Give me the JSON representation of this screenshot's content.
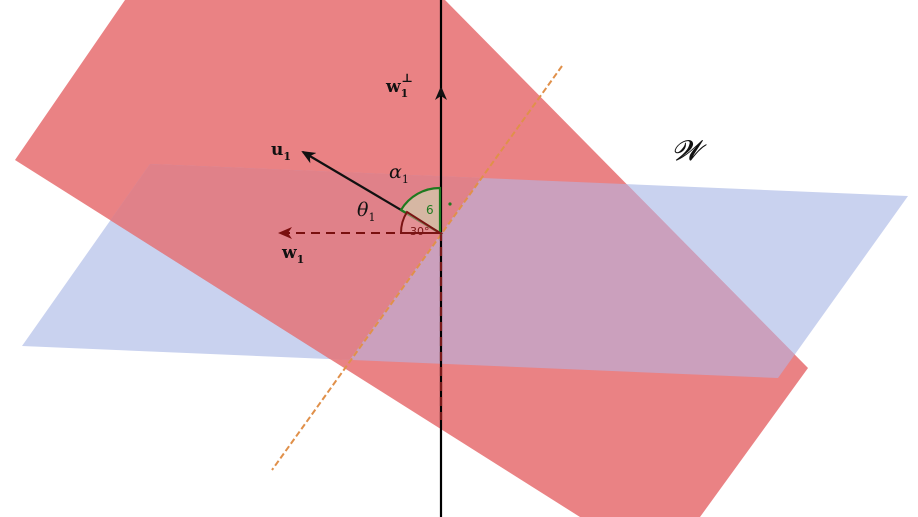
{
  "labels": {
    "w_perp": "w",
    "w_perp_sub": "1",
    "w_perp_sup": "⊥",
    "u": "u",
    "u_sub": "1",
    "w": "w",
    "w_sub": "1",
    "alpha": "α",
    "alpha_sub": "1",
    "theta": "θ",
    "theta_sub": "1",
    "plane_W": "𝓦",
    "angle_green": "6",
    "angle_green_suffix": "°",
    "angle_red": "30°"
  },
  "colors": {
    "red_plane": "#e8797b",
    "blue_plane": "#c9d2ef",
    "overlap": "#c9a3c6",
    "axis": "#000000",
    "dashed_axis": "#000000",
    "intersection_line": "#e0904a",
    "u_arrow": "#111111",
    "w_arrow": "#7a0f0f",
    "green_arc": "#1f7a1f",
    "red_arc": "#7a1414"
  }
}
